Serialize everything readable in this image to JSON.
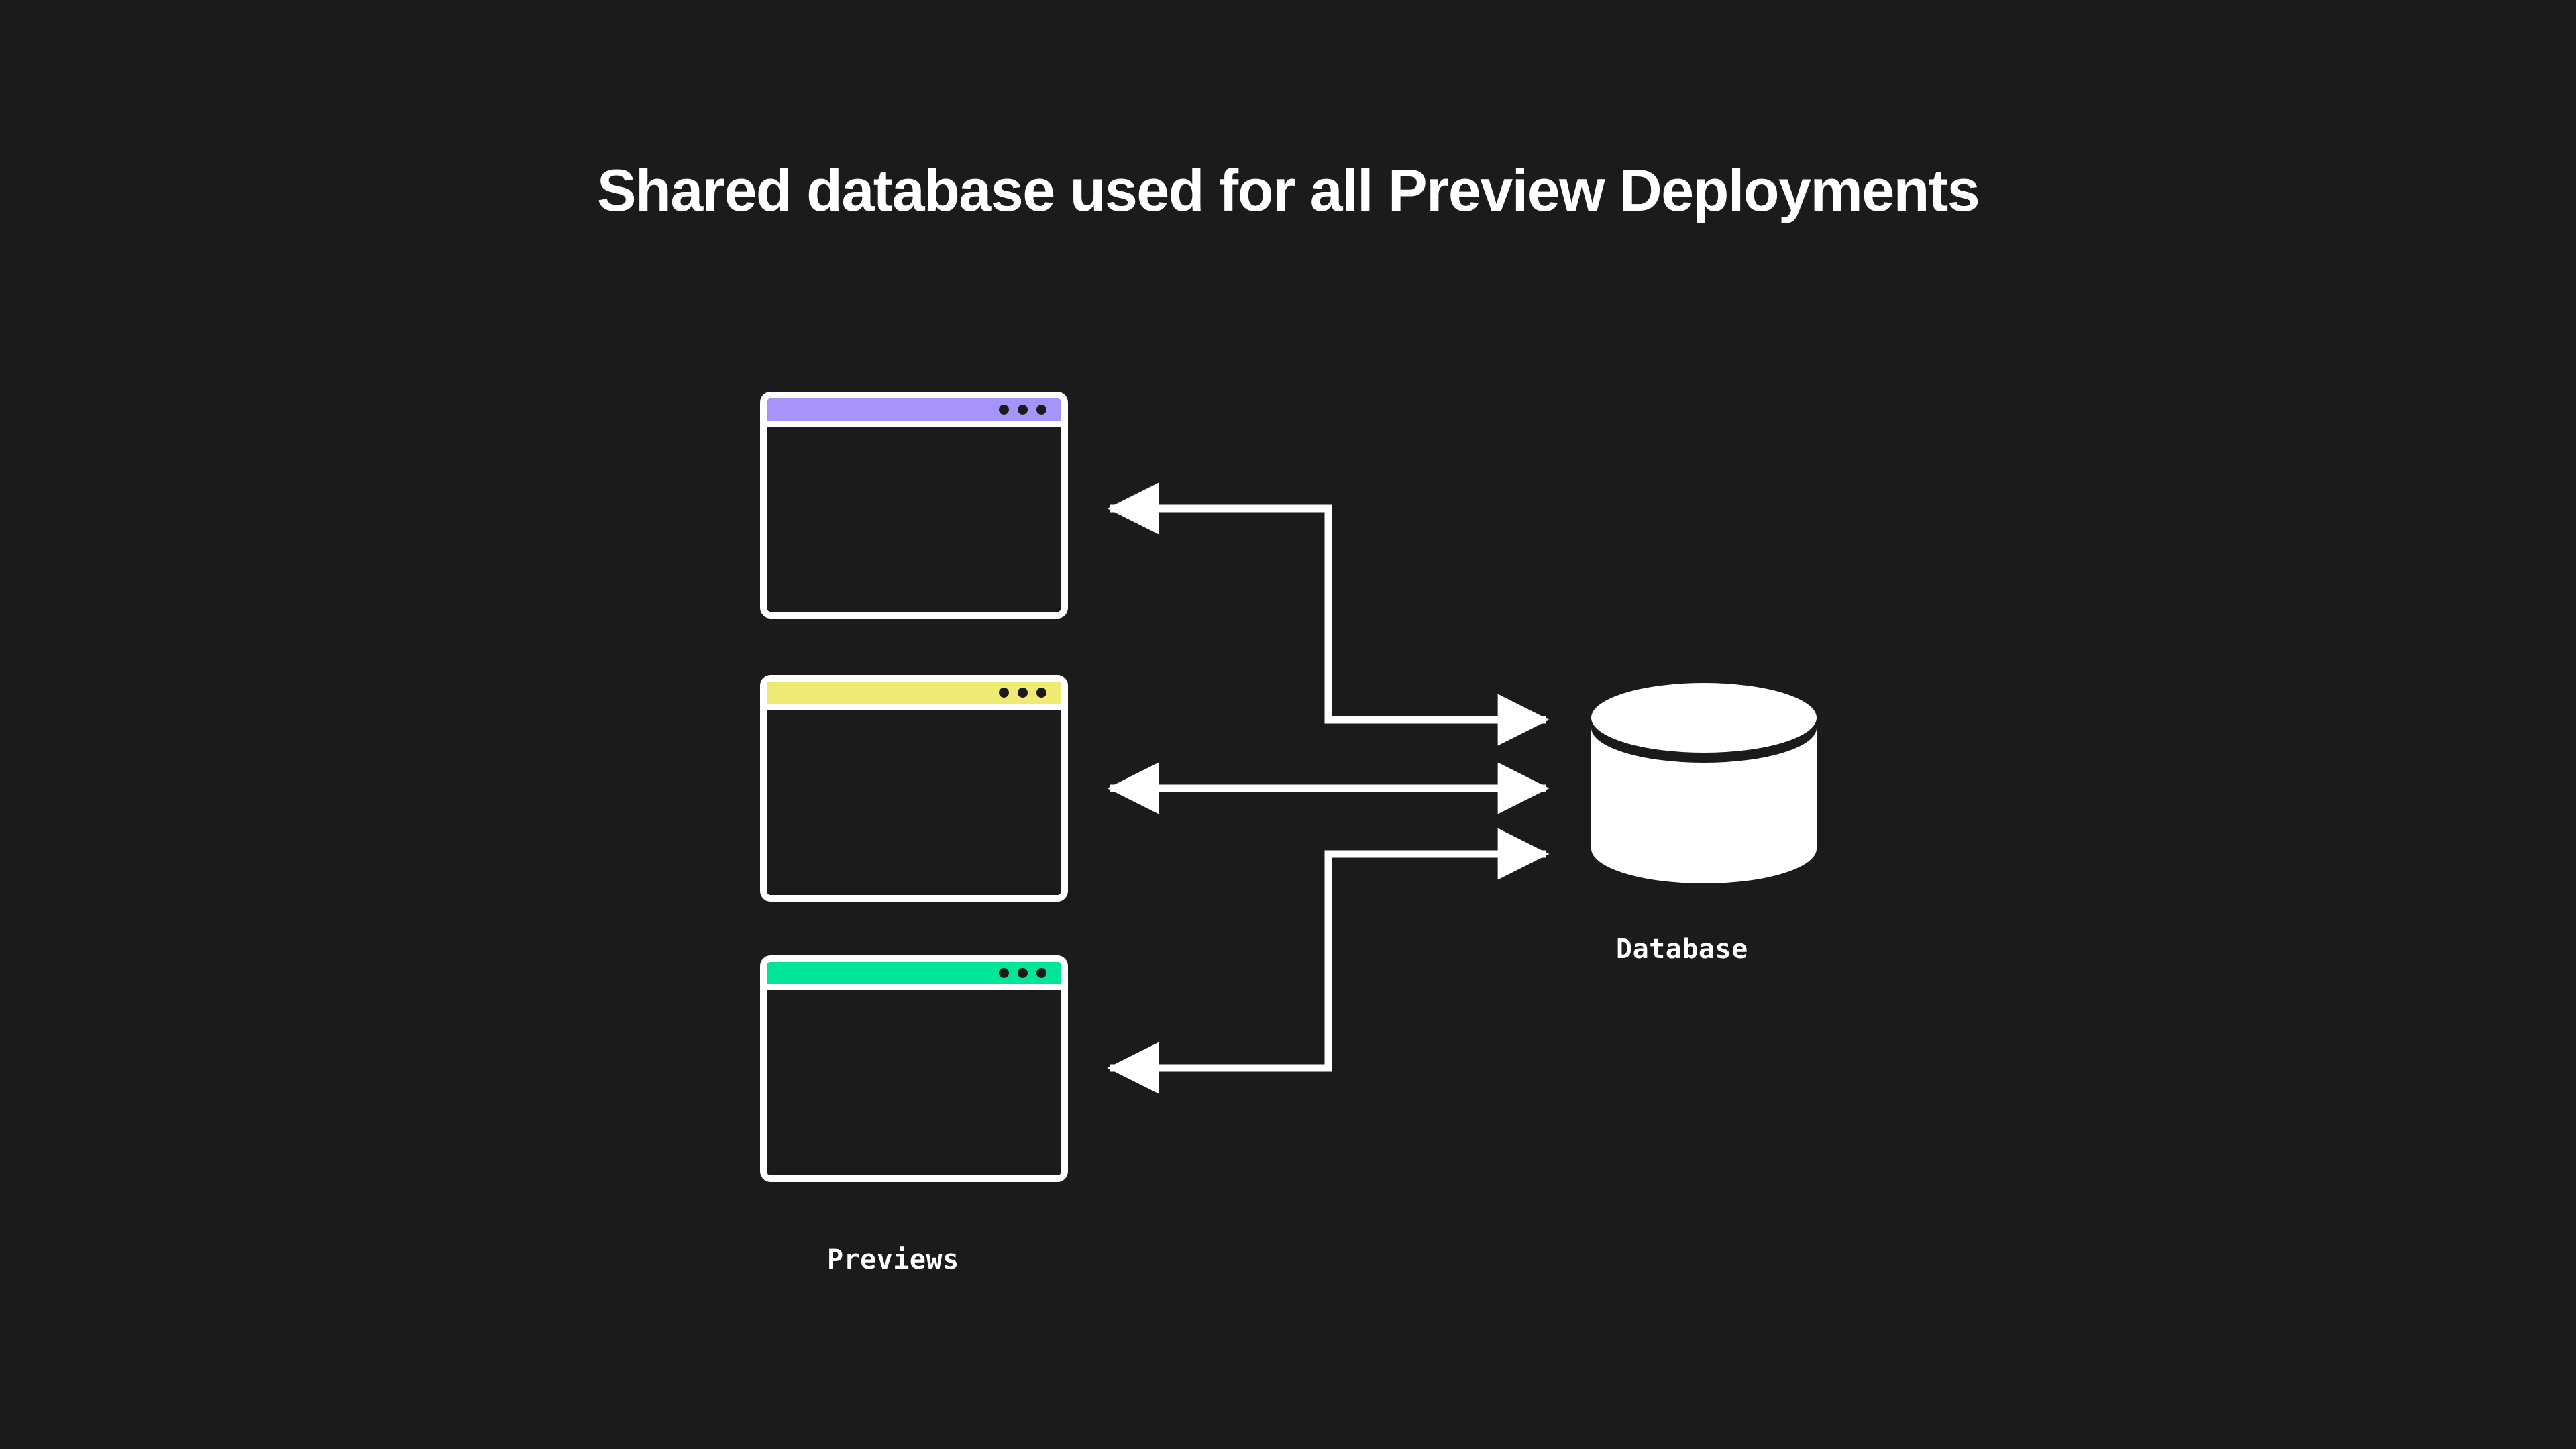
{
  "page": {
    "title": "Shared database used for all Preview Deployments",
    "background_color": "#1b1b1b",
    "foreground_color": "#ffffff"
  },
  "diagram": {
    "type": "architecture-diagram",
    "summary": "Three Preview Deployment browser windows all connect bidirectionally to one shared Database cylinder.",
    "previews": {
      "group_label": "Previews",
      "windows": [
        {
          "id": "preview-1",
          "accent_color": "#a694fa",
          "accent_name": "purple",
          "dot_count": 3,
          "dot_color": "#1b1b1b"
        },
        {
          "id": "preview-2",
          "accent_color": "#efea74",
          "accent_name": "yellow",
          "dot_count": 3,
          "dot_color": "#1b1b1b"
        },
        {
          "id": "preview-3",
          "accent_color": "#00e599",
          "accent_name": "green",
          "dot_count": 3,
          "dot_color": "#1b1b1b"
        }
      ]
    },
    "database": {
      "label": "Database",
      "shape": "cylinder",
      "fill_color": "#ffffff"
    },
    "connectors": [
      {
        "id": "connector-preview-1",
        "from": "preview-1",
        "to": "database",
        "direction": "bidirectional",
        "routing": "orthogonal"
      },
      {
        "id": "connector-preview-2",
        "from": "preview-2",
        "to": "database",
        "direction": "bidirectional",
        "routing": "straight"
      },
      {
        "id": "connector-preview-3",
        "from": "preview-3",
        "to": "database",
        "direction": "bidirectional",
        "routing": "orthogonal"
      }
    ]
  }
}
